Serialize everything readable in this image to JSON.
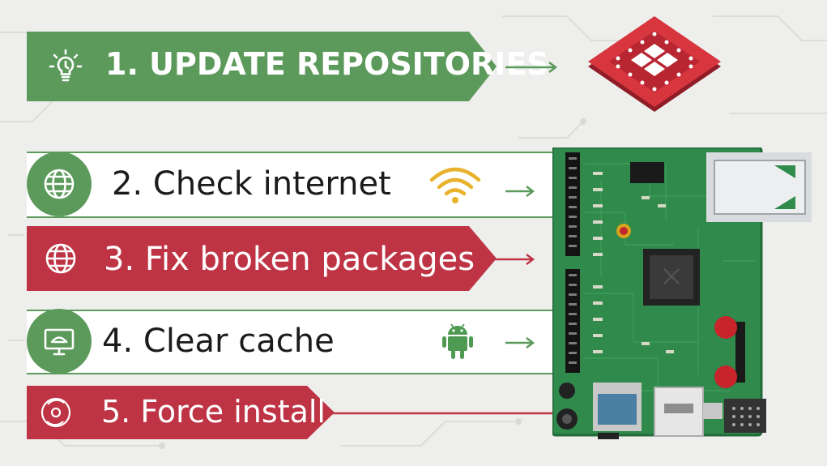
{
  "steps": [
    {
      "number": "1.",
      "text": "UPDATE REPOSITORIES",
      "style": "green",
      "icon": "lightbulb-icon"
    },
    {
      "number": "2.",
      "text": "Check internet",
      "style": "white",
      "icon": "globe-icon"
    },
    {
      "number": "3.",
      "text": "Fix broken packages",
      "style": "red",
      "icon": "globe-icon"
    },
    {
      "number": "4.",
      "text": "Clear cache",
      "style": "white",
      "icon": "monitor-icon"
    },
    {
      "number": "5.",
      "text": "Force install",
      "style": "red",
      "icon": "cd-disc-icon"
    }
  ],
  "colors": {
    "green": "#5c9a5b",
    "red": "#bf3445",
    "board": "#2f8a4c",
    "wifi": "#e9b22d",
    "android": "#4e9a53"
  },
  "decorations": {
    "chip": "cpu-chip-icon",
    "board": "circuit-board",
    "wifi": "wifi-icon",
    "android": "android-icon"
  }
}
